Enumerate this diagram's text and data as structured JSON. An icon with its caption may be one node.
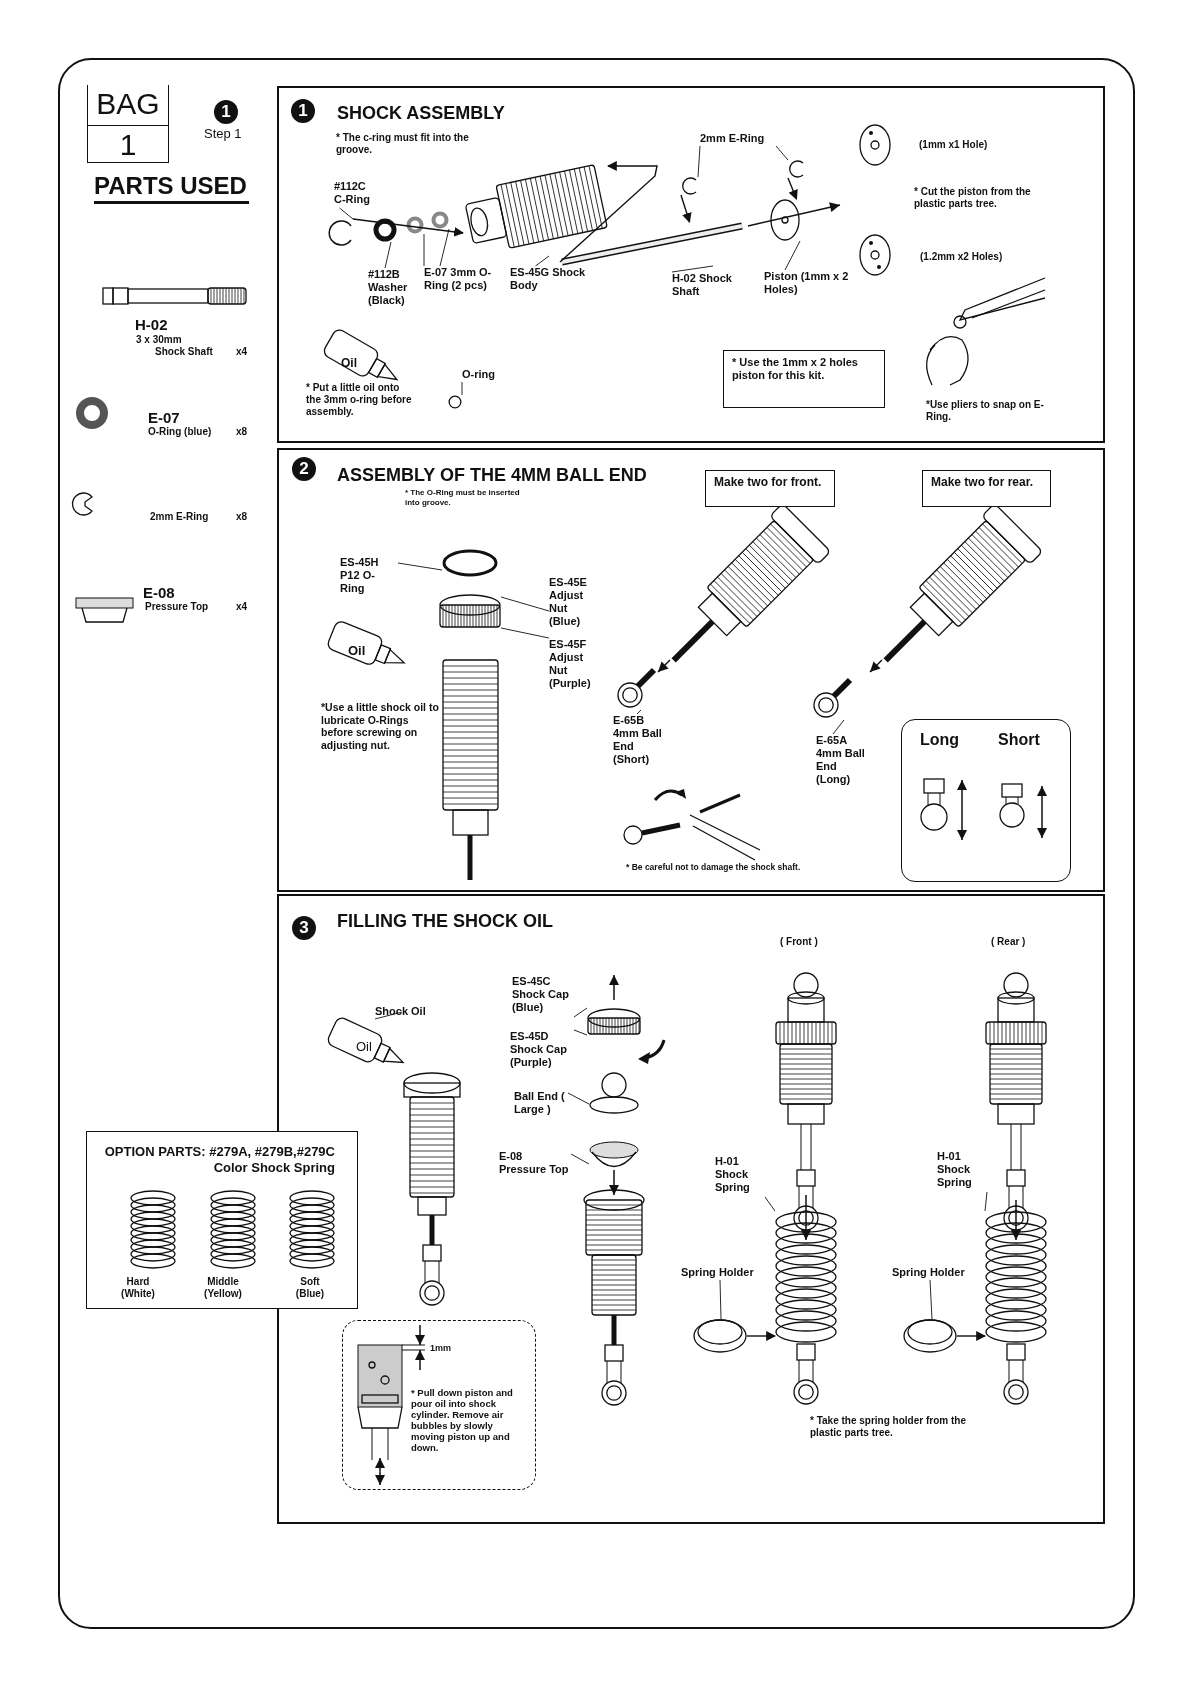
{
  "diagram": {
    "nodes": [
      {
        "text": [
          "BAG",
          "1"
        ]
      },
      {
        "text": [
          "1"
        ],
        "beside": [
          "Step 1"
        ]
      },
      {
        "text": [
          "SHOCK ASSEMBLY"
        ]
      },
      {
        "text": [
          "1"
        ],
        "in": 2
      },
      {
        "text": [
          "#112C C-Ring"
        ],
        "in": 2
      },
      {
        "text": [
          "#112B Washer (Black)"
        ],
        "in": 2
      },
      {
        "text": [
          "E-07 3mm O-Ring (2 pcs)"
        ],
        "in": 2
      },
      {
        "text": [
          "ES-45G Shock Body"
        ],
        "in": 2
      },
      {
        "text": [
          "2mm E-Ring"
        ],
        "in": 2
      },
      {
        "text": [
          "H-02 Shock Shaft"
        ],
        "in": 2
      },
      {
        "text": [
          "Piston (1mm x 2 Holes)"
        ],
        "in": 2
      },
      {
        "text": [
          "O-ring"
        ],
        "in": 2
      },
      {
        "text": [
          "* Use the 1mm x 2 holes piston for this kit."
        ],
        "in": 2
      },
      {
        "text": [
          "ASSEMBLY OF THE 4MM BALL END"
        ]
      },
      {
        "text": [
          "2"
        ],
        "in": 13
      },
      {
        "text": [
          "Make two for front."
        ],
        "in": 13
      },
      {
        "text": [
          "Make two for rear."
        ],
        "in": 13
      },
      {
        "text": [
          "ES-45H P12 O-Ring"
        ],
        "in": 13
      },
      {
        "text": [
          "ES-45E Adjust Nut (Blue)"
        ],
        "in": 13
      },
      {
        "text": [
          "ES-45F Adjust Nut (Purple)"
        ],
        "in": 13
      },
      {
        "text": [
          "E-65B 4mm Ball End (Short)"
        ],
        "in": 13
      },
      {
        "text": [
          "E-65A 4mm Ball End (Long)"
        ],
        "in": 13
      },
      {
        "text": [
          "Long",
          "Short"
        ],
        "in": 13
      },
      {
        "text": [
          "FILLING THE SHOCK OIL"
        ]
      },
      {
        "text": [
          "3"
        ],
        "in": 23
      },
      {
        "text": [
          "Shock Oil"
        ],
        "in": 23
      },
      {
        "text": [
          "ES-45C Shock Cap (Blue)"
        ],
        "in": 23
      },
      {
        "text": [
          "ES-45D Shock Cap (Purple)"
        ],
        "in": 23
      },
      {
        "text": [
          "Ball End ( Large )"
        ],
        "in": 23
      },
      {
        "text": [
          "E-08 Pressure Top"
        ],
        "in": 23
      },
      {
        "text": [
          "H-01 Shock Spring"
        ],
        "in": 23
      },
      {
        "text": [
          "H-01 Shock Spring"
        ],
        "in": 23
      },
      {
        "text": [
          "Spring Holder"
        ],
        "in": 23
      },
      {
        "text": [
          "Spring Holder"
        ],
        "in": 23
      },
      {
        "text": [
          "* Pull down piston and pour oil into shock cylinder. Remove air bubbles by slowly moving piston up and down."
        ],
        "in": 23
      },
      {
        "text": [
          "OPTION PARTS: #279A, #279B,#279C Color Shock Spring"
        ]
      },
      {
        "text": [],
        "shape": "picture",
        "in": 2
      },
      {
        "text": [],
        "shape": "circle",
        "in": 2
      },
      {
        "text": [],
        "shape": "circle",
        "in": 2
      },
      {
        "text": [],
        "shape": "circle",
        "in": 2
      },
      {
        "text": [],
        "shape": "picture",
        "in": 2
      },
      {
        "text": [],
        "shape": "picture",
        "in": 2
      },
      {
        "text": [],
        "shape": "picture",
        "in": 2
      },
      {
        "text": [],
        "shape": "picture",
        "in": 2
      },
      {
        "text": [],
        "shape": "picture",
        "in": 2
      },
      {
        "text": [],
        "shape": "circle",
        "in": 2
      },
      {
        "text": [],
        "shape": "circle",
        "in": 13
      },
      {
        "text": [],
        "shape": "picture",
        "in": 13
      },
      {
        "text": [],
        "shape": "picture",
        "in": 13
      },
      {
        "text": [],
        "shape": "picture",
        "in": 13
      },
      {
        "text": [],
        "shape": "bottle",
        "in": 23
      },
      {
        "text": [],
        "shape": "picture",
        "in": 23
      },
      {
        "text": [],
        "shape": "picture",
        "in": 23
      },
      {
        "text": [],
        "shape": "cup",
        "in": 23
      },
      {
        "text": [],
        "shape": "picture",
        "in": 23
      },
      {
        "text": [],
        "shape": "picture",
        "in": 23
      },
      {
        "text": [],
        "shape": "picture",
        "in": 23
      },
      {
        "text": [],
        "shape": "picture",
        "in": 23
      }
    ],
    "edges": [
      {
        "from": 4,
        "to": 36,
        "arrow": "none"
      },
      {
        "from": 5,
        "to": 37,
        "arrow": "none"
      },
      {
        "from": 6,
        "to": 38,
        "arrow": "none"
      },
      {
        "from": 6,
        "to": 39,
        "arrow": "none"
      },
      {
        "from": 7,
        "to": 40,
        "arrow": "none"
      },
      {
        "from": 8,
        "to": 41,
        "arrow": "none"
      },
      {
        "from": 8,
        "to": 42,
        "arrow": "none"
      },
      {
        "from": 9,
        "to": 43,
        "arrow": "none"
      },
      {
        "from": 10,
        "to": 44,
        "arrow": "none"
      },
      {
        "from": 11,
        "to": 45,
        "arrow": "none"
      },
      {
        "from": 17,
        "to": 46,
        "arrow": "none"
      },
      {
        "from": 18,
        "to": 47,
        "arrow": "none"
      },
      {
        "from": 19,
        "to": 47,
        "arrow": "none"
      },
      {
        "from": 20,
        "to": 48,
        "arrow": "none"
      },
      {
        "from": 21,
        "to": 49,
        "arrow": "none"
      },
      {
        "from": 25,
        "to": 50,
        "arrow": "none"
      },
      {
        "from": 26,
        "to": 51,
        "arrow": "none"
      },
      {
        "from": 27,
        "to": 51,
        "arrow": "none"
      },
      {
        "from": 28,
        "to": 52,
        "arrow": "none"
      },
      {
        "from": 29,
        "to": 53,
        "arrow": "none"
      },
      {
        "from": 30,
        "to": 54,
        "arrow": "none"
      },
      {
        "from": 31,
        "to": 55,
        "arrow": "none"
      },
      {
        "from": 32,
        "to": 56,
        "arrow": "none"
      },
      {
        "from": 33,
        "to": 57,
        "arrow": "none"
      },
      {
        "from": 36,
        "to": 40,
        "arrow": "to"
      },
      {
        "from": 43,
        "to": 40,
        "arrow": "to"
      },
      {
        "from": 41,
        "to": 43,
        "arrow": "to"
      },
      {
        "from": 42,
        "to": 44,
        "arrow": "to"
      },
      {
        "from": 56,
        "to": 54,
        "arrow": "to"
      },
      {
        "from": 57,
        "to": 55,
        "arrow": "to"
      }
    ],
    "labels": [
      "PARTS USED",
      "H-02",
      "3 x 30mm",
      "Shock Shaft",
      "x4",
      "E-07",
      "O-Ring (blue)",
      "x8",
      "2mm E-Ring",
      "x8",
      "E-08",
      "Pressure Top",
      "x4",
      "* The c-ring must fit into the groove.",
      "(1mm x1 Hole)",
      "* Cut the piston from the plastic parts tree.",
      "(1.2mm x2 Holes)",
      "Oil",
      "* Put a little oil onto the 3mm o-ring before assembly.",
      "*Use pliers to snap on E-Ring.",
      "* The O-Ring must be inserted into groove.",
      "Oil",
      "*Use a little shock oil to lubricate O-Rings before screwing on adjusting nut.",
      "* Be careful not to damage the shock shaft.",
      "( Front )",
      "( Rear )",
      "Oil",
      "1mm",
      "* Take the spring holder from the plastic parts tree.",
      "Hard (White)",
      "Middle (Yellow)",
      "Soft (Blue)"
    ]
  }
}
